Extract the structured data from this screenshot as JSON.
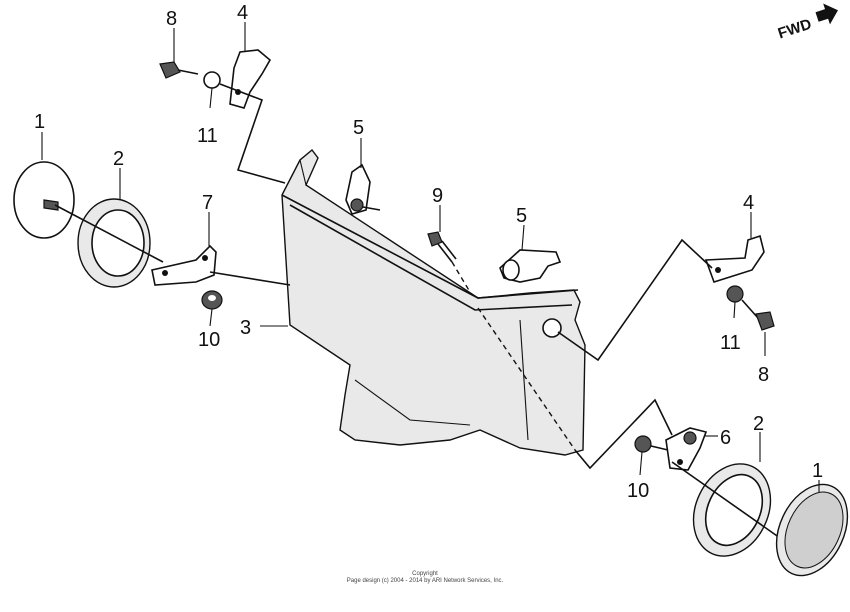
{
  "fwd_label": "FWD",
  "callouts": {
    "c1a": "1",
    "c1b": "1",
    "c2a": "2",
    "c2b": "2",
    "c3": "3",
    "c4a": "4",
    "c4b": "4",
    "c5a": "5",
    "c5b": "5",
    "c6": "6",
    "c7": "7",
    "c8a": "8",
    "c8b": "8",
    "c9": "9",
    "c10a": "10",
    "c10b": "10",
    "c11a": "11",
    "c11b": "11"
  },
  "copyright": {
    "line1": "Copyright",
    "line2": "Page design (c) 2004 - 2014 by ARI Network Services, Inc."
  }
}
